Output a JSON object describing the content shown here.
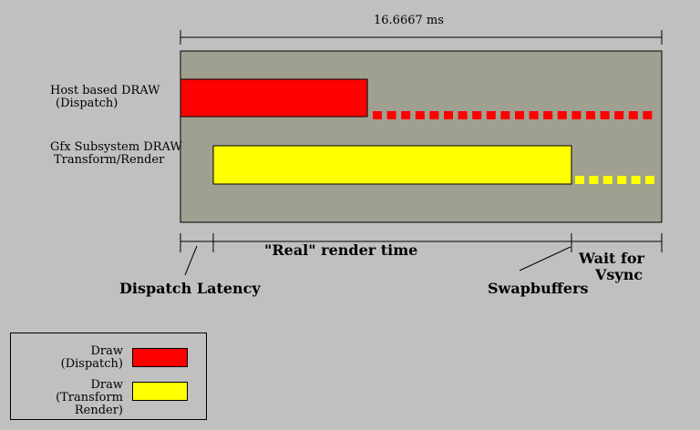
{
  "diagram": {
    "frame_time": "16.6667 ms",
    "rows": [
      {
        "label_line1": "Host based DRAW",
        "label_line2": "(Dispatch)"
      },
      {
        "label_line1": "Gfx Subsystem DRAW",
        "label_line2": "Transform/Render"
      }
    ],
    "annotations": {
      "real_render_time": "\"Real\" render time",
      "wait_for_vsync_line1": "Wait for",
      "wait_for_vsync_line2": "Vsync",
      "dispatch_latency": "Dispatch Latency",
      "swapbuffers": "Swapbuffers"
    },
    "colors": {
      "background": "#c0c0c0",
      "panel": "#a0a090",
      "dispatch": "#ff0000",
      "render": "#ffff00"
    }
  },
  "legend": {
    "items": [
      {
        "line1": "Draw",
        "line2": "(Dispatch)",
        "color": "#ff0000"
      },
      {
        "line1": "Draw",
        "line2": "(Transform Render)",
        "color": "#ffff00"
      }
    ]
  }
}
